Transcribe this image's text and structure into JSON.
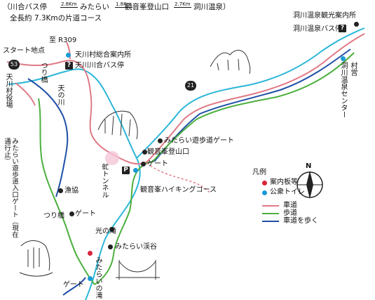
{
  "header": {
    "line1_start": "（川合バス停",
    "seg1_distance": "2.8Km",
    "mid1": "みたらい",
    "seg2_distance": "1.8Km",
    "mid2": "観音峯登山口",
    "seg3_distance": "2.7Km",
    "line1_end": "洞川温泉）",
    "line2": "全長約 7.3Kmの片道コース"
  },
  "labels": {
    "to_r309": "至 R309",
    "start_point": "スタート地点",
    "tenkawa_info": "天川村総合案内所",
    "kawai_bus": "天川川合バス停",
    "tenkawa_office": "天川村役場",
    "tsuribashi_top": "つり橋",
    "tennokawa": "天の川",
    "mitarai_gate_left": "みたらい遊歩道入口ゲート（現在通行止）",
    "gyokyo": "漁協",
    "tsuribashi_bottom": "つり橋",
    "gate_mid": "ゲート",
    "hikari_no_taki": "光の滝",
    "mitarai_keikoku": "みたらい渓谷",
    "mitarai_no_taki": "みたらいの滝",
    "gate_bottom": "ゲート",
    "tunnel": "虻トンネル",
    "kannonbo_trailhead": "観音峯登山口",
    "gate_right": "ゲート",
    "mitarai_path_gate": "みたらい遊歩道ゲート",
    "kannonbo_hiking": "観音峯ハイキングコース",
    "dorogawa_tourist": "洞川温泉観光案内所",
    "dorogawa_bus": "洞川温泉バス停",
    "village_office": "村営",
    "dorogawa_center": "洞川温泉センター"
  },
  "badges": {
    "route53": "53",
    "route21": "21",
    "parking": "P",
    "bus_glyph": "?"
  },
  "compass": {
    "north": "N"
  },
  "legend": {
    "title": "凡例",
    "items": [
      {
        "label": "案内板等",
        "color": "#d8243c",
        "kind": "dot"
      },
      {
        "label": "公衆トイレ",
        "color": "#1a9bd6",
        "kind": "dot"
      },
      {
        "label": "車道",
        "color": "#e07a86",
        "kind": "line"
      },
      {
        "label": "歩道",
        "color": "#4caf3f",
        "kind": "line"
      },
      {
        "label": "車道を歩く",
        "color": "#1f4fa6",
        "kind": "line"
      }
    ]
  },
  "colors": {
    "road": "#e07a86",
    "trail": "#4caf3f",
    "walk_road": "#1f4fa6",
    "river": "#2cb6d8",
    "info": "#d8243c",
    "toilet": "#1a9bd6"
  }
}
